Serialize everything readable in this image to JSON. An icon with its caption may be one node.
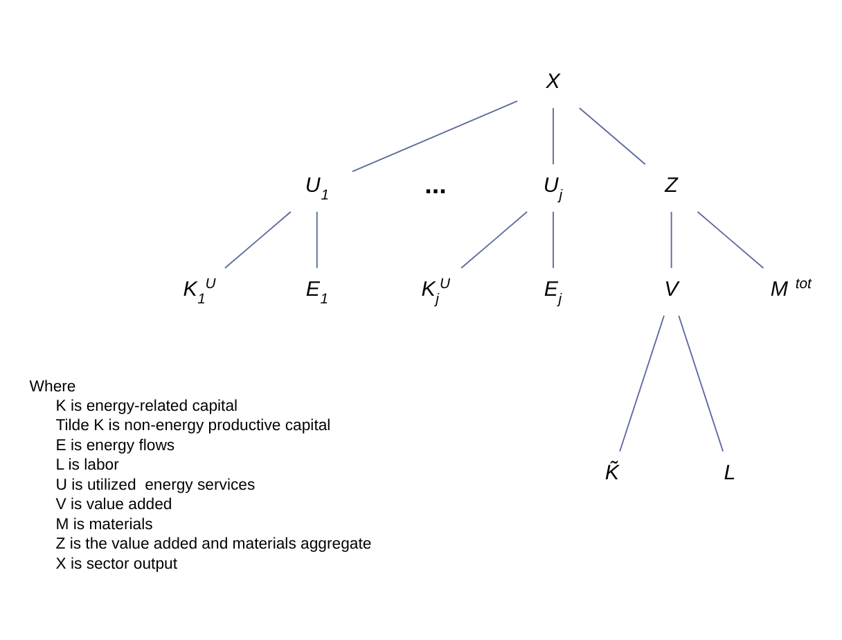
{
  "diagram": {
    "nodes": [
      {
        "text": [
          "X"
        ]
      },
      {
        "text": [
          "U$_{1}$"
        ]
      },
      {
        "text": [
          "U$_{j}$"
        ]
      },
      {
        "text": [
          "Z"
        ]
      },
      {
        "text": [
          "K$_{1}$$^{U}$"
        ]
      },
      {
        "text": [
          "E$_{1}$"
        ]
      },
      {
        "text": [
          "K$_{j}$$^{U}$"
        ]
      },
      {
        "text": [
          "E$_{j}$"
        ]
      },
      {
        "text": [
          "V"
        ]
      },
      {
        "text": [
          "M $^{tot}$"
        ]
      },
      {
        "text": [
          "K̃"
        ]
      },
      {
        "text": [
          "L"
        ]
      }
    ],
    "edges": [
      {
        "from": 0,
        "to": 1,
        "arrow": "none"
      },
      {
        "from": 0,
        "to": 2,
        "arrow": "none"
      },
      {
        "from": 0,
        "to": 3,
        "arrow": "none"
      },
      {
        "from": 1,
        "to": 4,
        "arrow": "none"
      },
      {
        "from": 1,
        "to": 5,
        "arrow": "none"
      },
      {
        "from": 2,
        "to": 6,
        "arrow": "none"
      },
      {
        "from": 2,
        "to": 7,
        "arrow": "none"
      },
      {
        "from": 3,
        "to": 8,
        "arrow": "none"
      },
      {
        "from": 3,
        "to": 9,
        "arrow": "none"
      },
      {
        "from": 8,
        "to": 10,
        "arrow": "none"
      },
      {
        "from": 8,
        "to": 11,
        "arrow": "none"
      }
    ],
    "labels": [
      "...",
      "Where",
      "K is energy-related capital",
      "Tilde K is non-energy productive capital",
      "E is energy flows",
      "L is labor",
      "U is utilized  energy services",
      "V is value added",
      "M is materials",
      "Z is the value added and materials aggregate",
      "X is sector output"
    ]
  }
}
